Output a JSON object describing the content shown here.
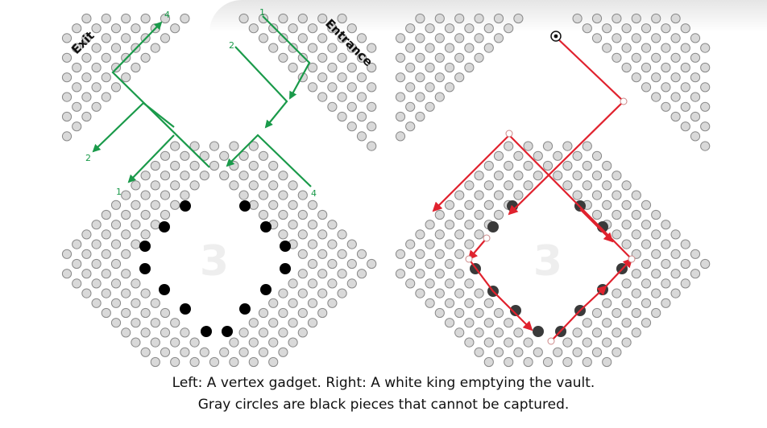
{
  "labels": {
    "exit": "Exit",
    "entrance": "Entrance",
    "vault_left": "3",
    "vault_right": "3"
  },
  "arrow_numbers": {
    "in1": "1",
    "in2": "2",
    "out4": "4",
    "out2": "2",
    "out1": "1",
    "in4": "4"
  },
  "caption": {
    "line1": "Left: A vertex gadget.   Right: A white king emptying the vault.",
    "line2": "Gray circles are black pieces that cannot be captured."
  },
  "colors": {
    "gray_fill": "#d9d9d9",
    "gray_stroke": "#8a8a8a",
    "black_piece": "#000000",
    "green_arrow": "#1a9a4a",
    "red_path": "#e0222e",
    "vault_number": "#eeeeee"
  }
}
